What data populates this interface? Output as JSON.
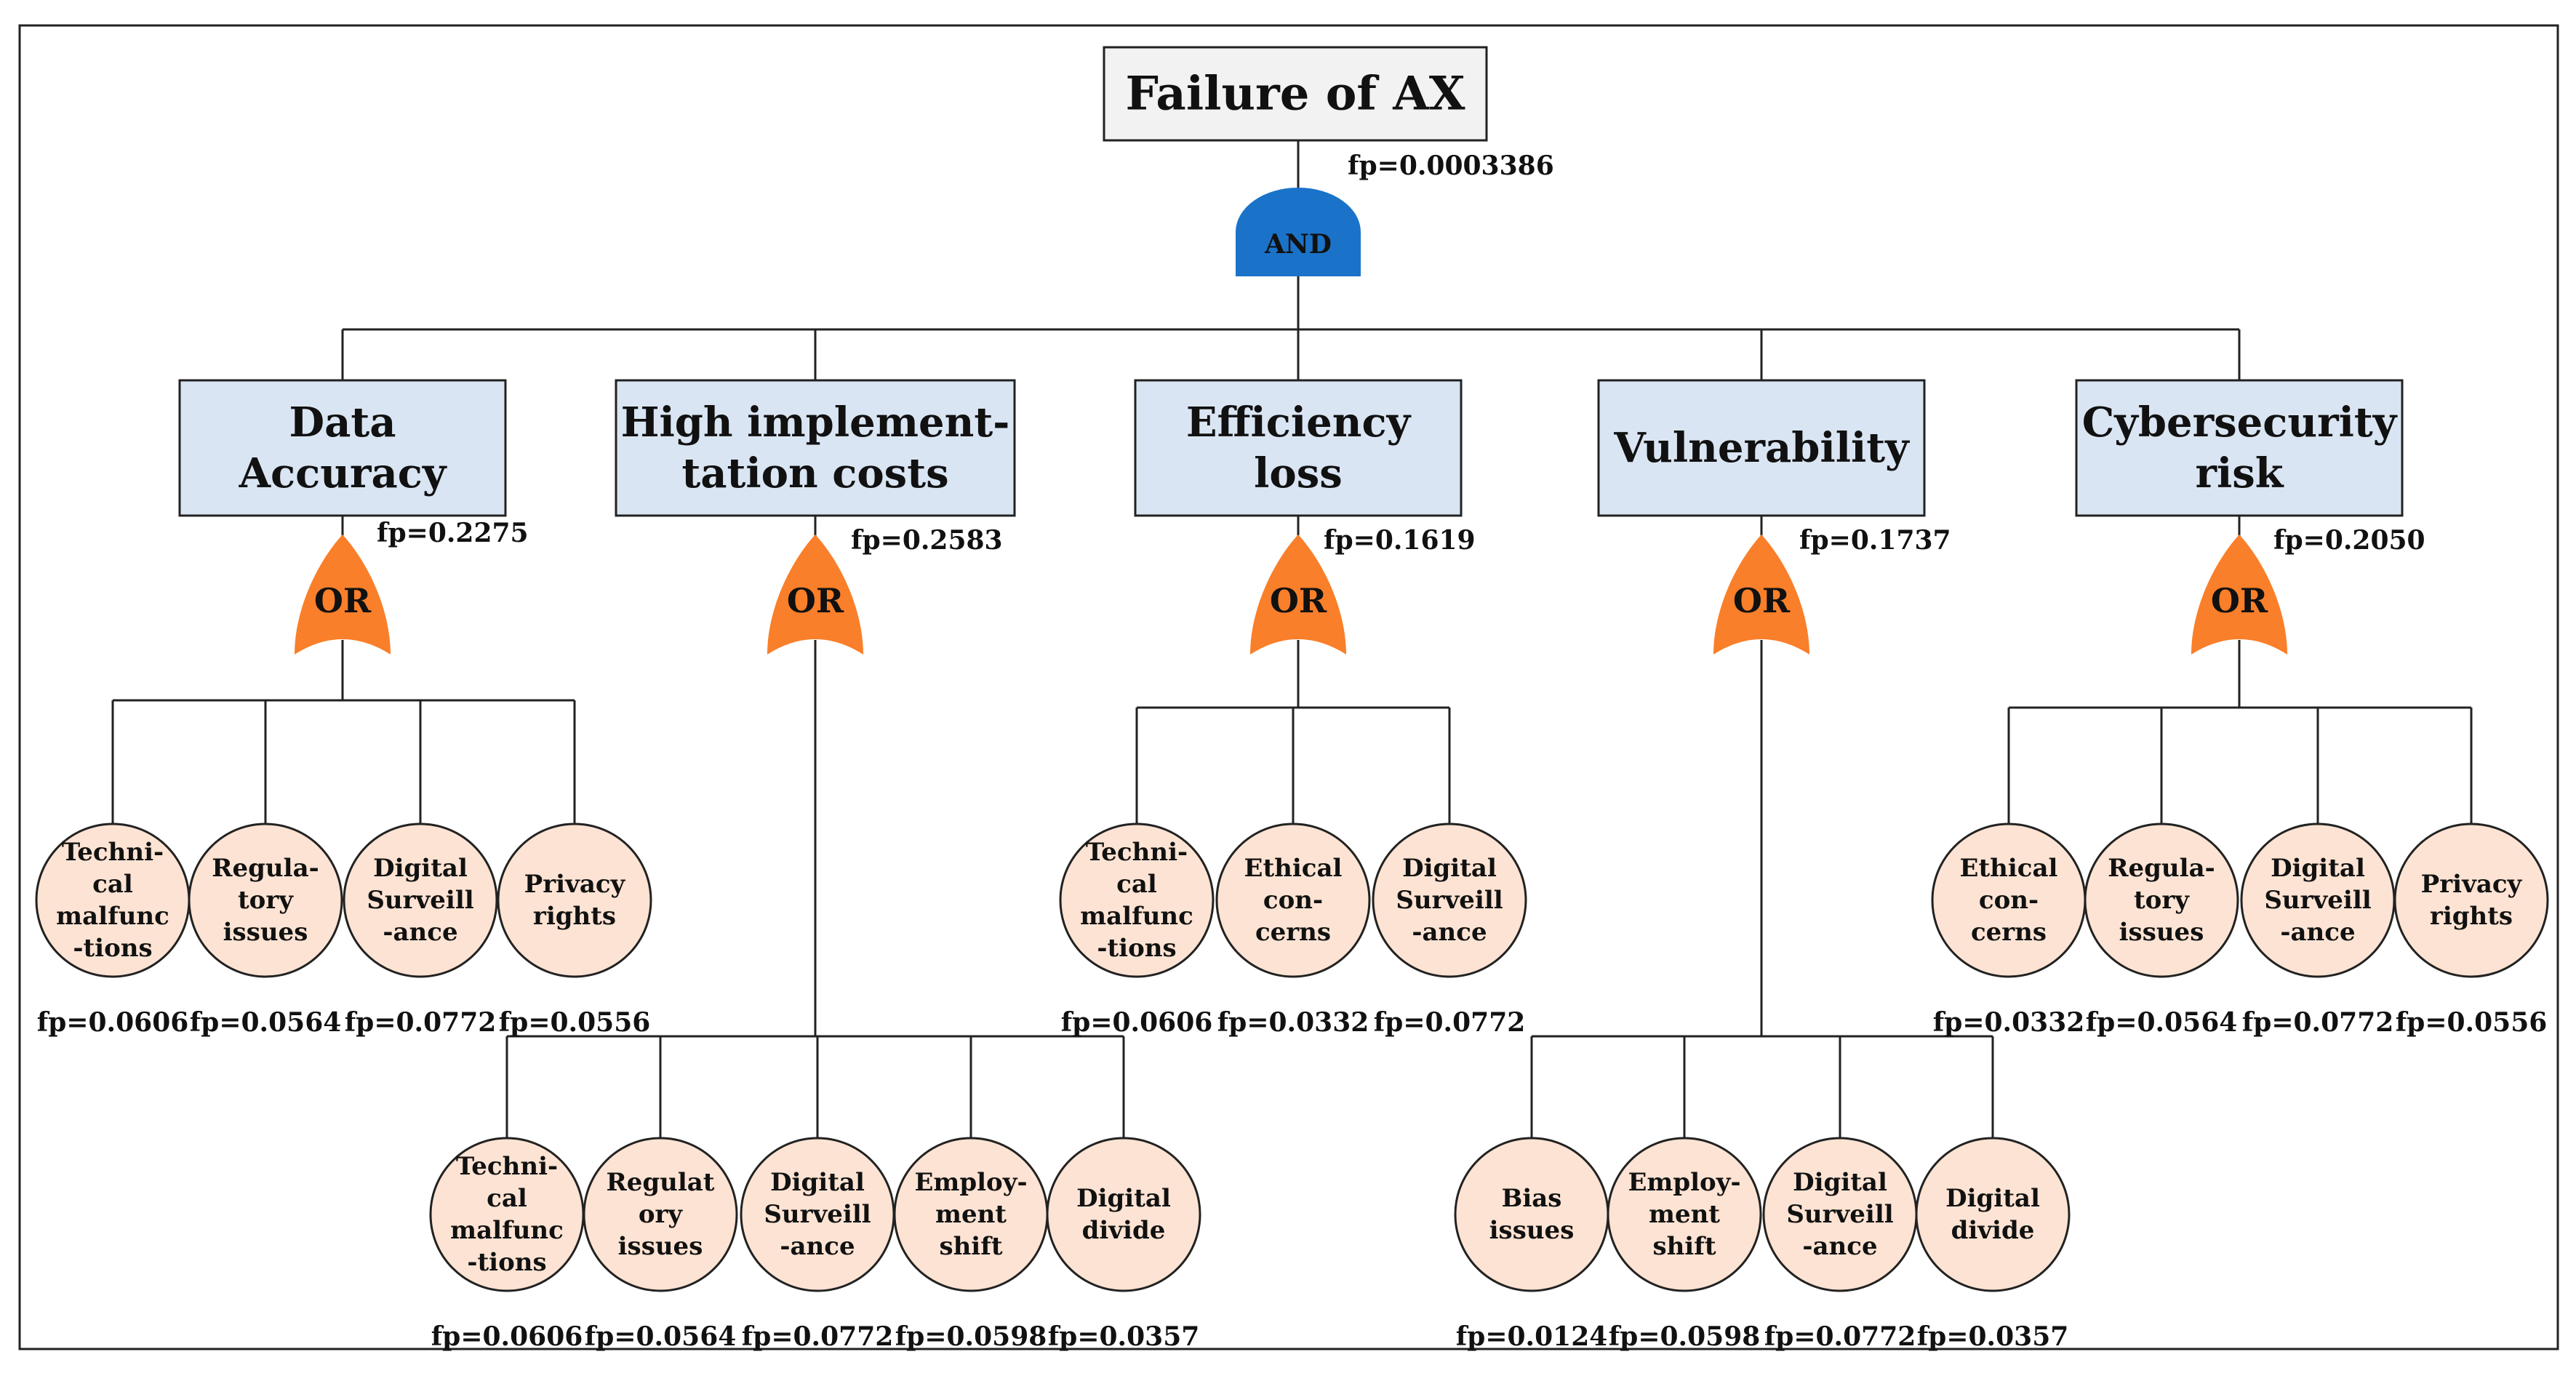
{
  "top": {
    "label": "Failure of AX",
    "fp": "fp=0.0003386",
    "gate": "AND"
  },
  "colors": {
    "top_fill": "#f2f2f2",
    "category_fill": "#dae5f3",
    "leaf_fill": "#fde3d3",
    "and_gate": "#1a73c9",
    "or_gate": "#f97f2a"
  },
  "categories": [
    {
      "id": "data-accuracy",
      "lines": [
        "Data",
        "Accuracy"
      ],
      "fp": "fp=0.2275",
      "gate": "OR",
      "leaves": [
        {
          "lines": [
            "Techni-",
            "cal",
            "malfunc",
            "-tions"
          ],
          "fp": "fp=0.0606"
        },
        {
          "lines": [
            "Regula-",
            "tory",
            "issues"
          ],
          "fp": "fp=0.0564"
        },
        {
          "lines": [
            "Digital",
            "Surveill",
            "-ance"
          ],
          "fp": "fp=0.0772"
        },
        {
          "lines": [
            "Privacy",
            "rights"
          ],
          "fp": "fp=0.0556"
        }
      ]
    },
    {
      "id": "high-implementation-costs",
      "lines": [
        "High implement-",
        "tation costs"
      ],
      "fp": "fp=0.2583",
      "gate": "OR",
      "leaves": [
        {
          "lines": [
            "Techni-",
            "cal",
            "malfunc",
            "-tions"
          ],
          "fp": "fp=0.0606"
        },
        {
          "lines": [
            "Regulat",
            "ory",
            "issues"
          ],
          "fp": "fp=0.0564"
        },
        {
          "lines": [
            "Digital",
            "Surveill",
            "-ance"
          ],
          "fp": "fp=0.0772"
        },
        {
          "lines": [
            "Employ-",
            "ment",
            "shift"
          ],
          "fp": "fp=0.0598"
        },
        {
          "lines": [
            "Digital",
            "divide"
          ],
          "fp": "fp=0.0357"
        }
      ]
    },
    {
      "id": "efficiency-loss",
      "lines": [
        "Efficiency",
        "loss"
      ],
      "fp": "fp=0.1619",
      "gate": "OR",
      "leaves": [
        {
          "lines": [
            "Techni-",
            "cal",
            "malfunc",
            "-tions"
          ],
          "fp": "fp=0.0606"
        },
        {
          "lines": [
            "Ethical",
            "con-",
            "cerns"
          ],
          "fp": "fp=0.0332"
        },
        {
          "lines": [
            "Digital",
            "Surveill",
            "-ance"
          ],
          "fp": "fp=0.0772"
        }
      ]
    },
    {
      "id": "vulnerability",
      "lines": [
        "Vulnerability"
      ],
      "fp": "fp=0.1737",
      "gate": "OR",
      "leaves": [
        {
          "lines": [
            "Bias",
            "issues"
          ],
          "fp": "fp=0.0124"
        },
        {
          "lines": [
            "Employ-",
            "ment",
            "shift"
          ],
          "fp": "fp=0.0598"
        },
        {
          "lines": [
            "Digital",
            "Surveill",
            "-ance"
          ],
          "fp": "fp=0.0772"
        },
        {
          "lines": [
            "Digital",
            "divide"
          ],
          "fp": "fp=0.0357"
        }
      ]
    },
    {
      "id": "cybersecurity-risk",
      "lines": [
        "Cybersecurity",
        "risk"
      ],
      "fp": "fp=0.2050",
      "gate": "OR",
      "leaves": [
        {
          "lines": [
            "Ethical",
            "con-",
            "cerns"
          ],
          "fp": "fp=0.0332"
        },
        {
          "lines": [
            "Regula-",
            "tory",
            "issues"
          ],
          "fp": "fp=0.0564"
        },
        {
          "lines": [
            "Digital",
            "Surveill",
            "-ance"
          ],
          "fp": "fp=0.0772"
        },
        {
          "lines": [
            "Privacy",
            "rights"
          ],
          "fp": "fp=0.0556"
        }
      ]
    }
  ]
}
